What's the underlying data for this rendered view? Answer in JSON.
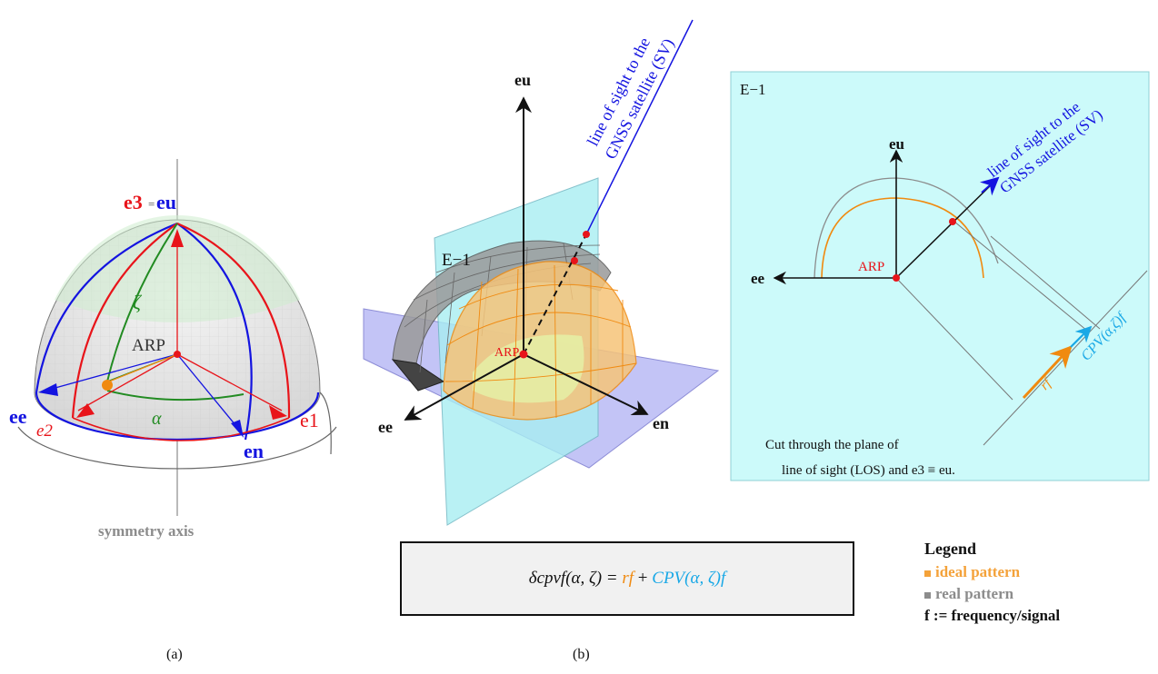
{
  "panel_a": {
    "label_e3": "e3",
    "label_equals": "=",
    "label_eu": "eu",
    "label_zeta": "ζ",
    "label_arp": "ARP",
    "label_alpha": "α",
    "label_ee": "ee",
    "label_e2": "e2",
    "label_en": "en",
    "label_e1": "e1",
    "axis_caption": "symmetry axis",
    "caption": "(a)"
  },
  "panel_b": {
    "label_eu": "eu",
    "label_ee": "ee",
    "label_en": "en",
    "label_arp": "ARP",
    "label_plane": "E−1",
    "los_line1": "line of sight to the",
    "los_line2": "GNSS satellite (SV)",
    "caption": "(b)"
  },
  "inset": {
    "label_plane": "E−1",
    "label_eu": "eu",
    "label_ee": "ee",
    "label_arp": "ARP",
    "los_line1": "line of sight to the",
    "los_line2": "GNSS satellite (SV)",
    "label_cpv": "CPV(α,ζ)f",
    "label_rf": "rf",
    "note_line1": "Cut through the plane of",
    "note_line2": "line of sight (LOS) and e3 ≡ eu."
  },
  "formula": {
    "lhs": "δcpvf(α, ζ) = ",
    "rf": "rf",
    "plus": " + ",
    "cpv": "CPV(α, ζ)f"
  },
  "legend": {
    "title": "Legend",
    "ideal": "ideal pattern",
    "real": "real pattern",
    "freq": "f := frequency/signal"
  },
  "colors": {
    "red": "#e8141a",
    "blue": "#1414e0",
    "green": "#228b22",
    "orange": "#f4a23a",
    "cyan": "#19a8e6",
    "gray": "#8c8c8c",
    "panel_bg": "#ccfafa"
  }
}
